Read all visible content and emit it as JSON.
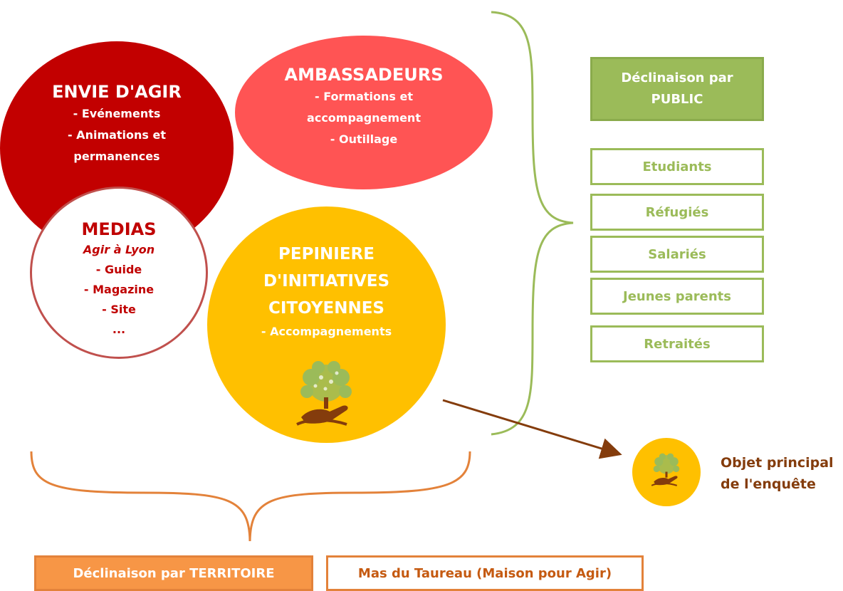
{
  "envie": {
    "title": "ENVIE D'AGIR",
    "lines": [
      "- Evénements",
      "- Animations et",
      "permanences"
    ]
  },
  "ambassadeurs": {
    "title": "AMBASSADEURS",
    "lines": [
      "- Formations et",
      "accompagnement",
      "- Outillage"
    ]
  },
  "medias": {
    "title": "MEDIAS",
    "subtitle": "Agir à Lyon",
    "lines": [
      "- Guide",
      "- Magazine",
      "- Site",
      "..."
    ]
  },
  "pepiniere": {
    "title_lines": [
      "PEPINIERE",
      "D'INITIATIVES",
      "CITOYENNES"
    ],
    "line": "- Accompagnements"
  },
  "public": {
    "header_lines": [
      "Déclinaison par",
      "PUBLIC"
    ],
    "items": [
      "Etudiants",
      "Réfugiés",
      "Salariés",
      "Jeunes parents",
      "Retraités"
    ]
  },
  "territoire": {
    "label": "Déclinaison par TERRITOIRE",
    "example": "Mas du Taureau (Maison pour Agir)"
  },
  "objet": {
    "lines": [
      "Objet principal",
      "de l'enquête"
    ]
  },
  "colors": {
    "dark_red": "#c20000",
    "coral": "#ff5454",
    "yellow": "#ffc000",
    "green": "#9bbb59",
    "orange": "#f79646",
    "brown": "#843c0c"
  }
}
